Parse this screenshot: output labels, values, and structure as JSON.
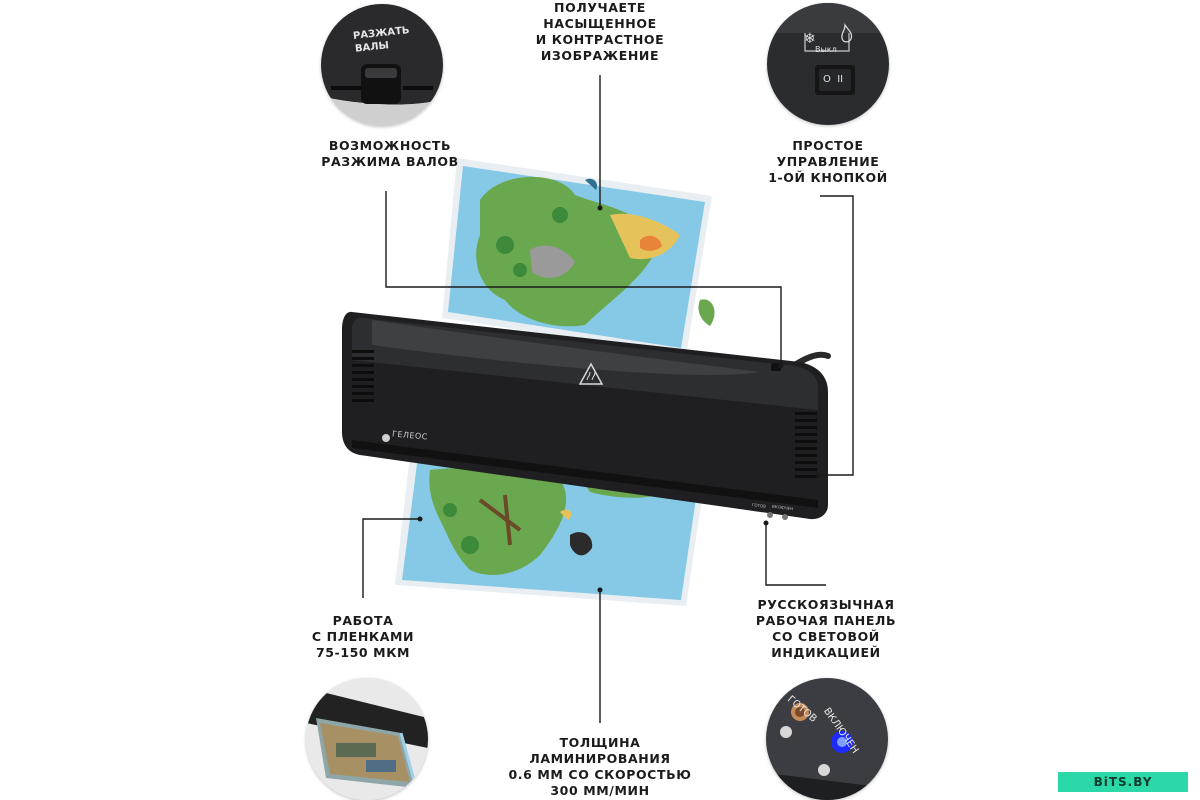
{
  "labels": {
    "top": [
      "ПОЛУЧАЕТЕ",
      "НАСЫЩЕННОЕ",
      "И КОНТРАСТНОЕ",
      "ИЗОБРАЖЕНИЕ"
    ],
    "left_mid": [
      "ВОЗМОЖНОСТЬ",
      "РАЗЖИМА ВАЛОВ"
    ],
    "right_mid": [
      "ПРОСТОЕ",
      "УПРАВЛЕНИЕ",
      "1-ОЙ КНОПКОЙ"
    ],
    "left_bottom": [
      "РАБОТА",
      "С ПЛЕНКАМИ",
      "75-150 МКМ"
    ],
    "right_bottom": [
      "РУССКОЯЗЫЧНАЯ",
      "РАБОЧАЯ ПАНЕЛЬ",
      "СО СВЕТОВОЙ",
      "ИНДИКАЦИЕЙ"
    ],
    "bottom": [
      "ТОЛЩИНА",
      "ЛАМИНИРОВАНИЯ",
      "0.6 ММ СО СКОРОСТЬЮ",
      "300 ММ/МИН"
    ]
  },
  "callouts": {
    "release_button": [
      "РАЗЖАТЬ",
      "ВАЛЫ"
    ],
    "switch_off": "Выкл",
    "switch_marks": "O  II",
    "panel_ready": "ГОТОВ",
    "panel_on": "ВКЛЮЧЕН"
  },
  "device": {
    "brand": "ГЕЛЕОС",
    "panel_ready_small": "ГОТОВ",
    "panel_on_small": "ВКЛЮЧЕН"
  },
  "watermark": "BiTS.BY",
  "colors": {
    "device_body": "#1f1f21",
    "map_water": "#86c9e6",
    "land": "#6aa84f",
    "leader_line": "#1a1a1a",
    "watermark_bg": "#2bd9a8"
  }
}
